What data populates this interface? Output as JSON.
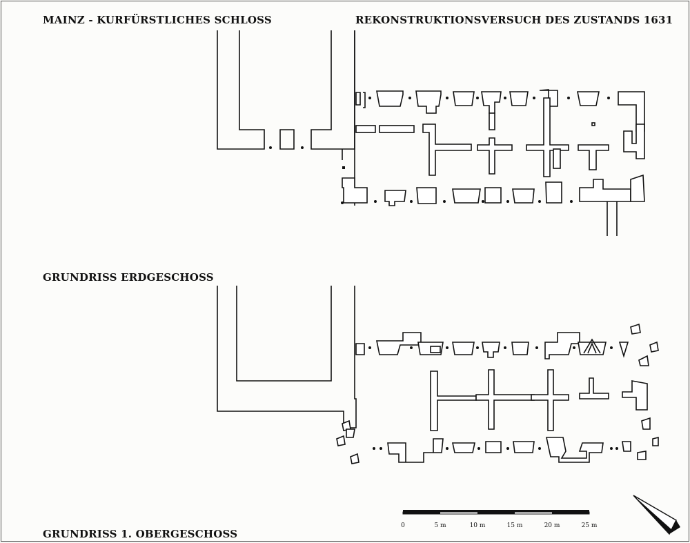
{
  "title_left": "MAINZ - KURFÜRSTLICHES SCHLOSS",
  "title_right": "REKONSTRUKTIONSVERSUCH DES ZUSTANDS 1631",
  "label_ground_floor": "GRUNDRISS ERDGESCHOSS",
  "label_upper_floor": "GRUNDRISS 1. OBERGESCHOSS",
  "scale_bar": {
    "ticks": [
      "0",
      "5 m",
      "10 m",
      "15 m",
      "20 m",
      "25 m"
    ],
    "segments_meters": [
      0,
      5,
      10,
      15,
      20,
      25
    ]
  },
  "north_arrow": "north-arrow"
}
